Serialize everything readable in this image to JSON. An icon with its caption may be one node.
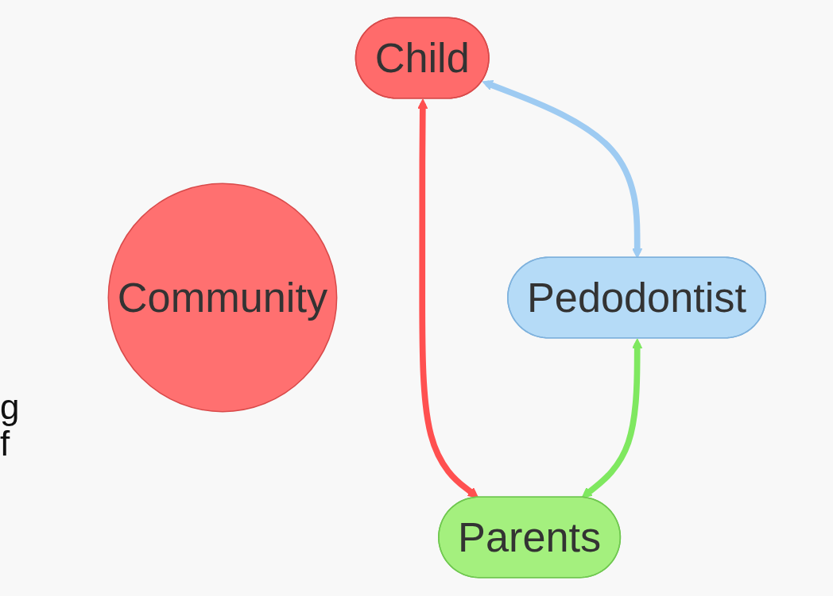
{
  "diagram": {
    "nodes": [
      {
        "text": [
          "Child"
        ]
      },
      {
        "text": [
          "Community"
        ]
      },
      {
        "text": [
          "Pedodontist"
        ]
      },
      {
        "text": [
          "Parents"
        ]
      }
    ],
    "edges": [
      {
        "from": 0,
        "to": 2,
        "arrow": "both",
        "color": "#9ecbf2"
      },
      {
        "from": 0,
        "to": 3,
        "arrow": "both",
        "color": "#ff5050"
      },
      {
        "from": 2,
        "to": 3,
        "arrow": "both",
        "color": "#7fe860"
      }
    ],
    "labels": [
      "g",
      "f"
    ]
  }
}
